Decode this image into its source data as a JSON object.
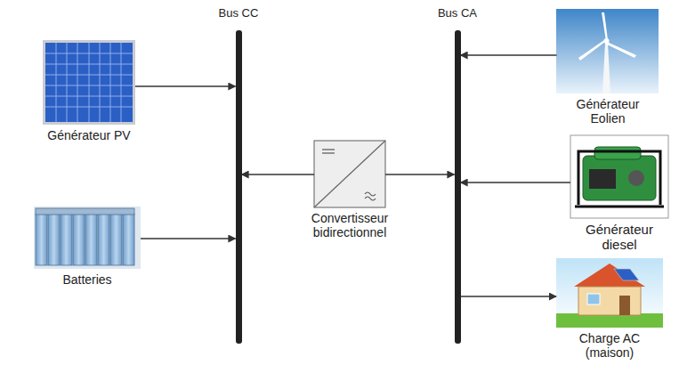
{
  "diagram": {
    "nodes": [
      {
        "text": [
          "Bus CC"
        ]
      },
      {
        "text": [
          "Bus CA"
        ]
      },
      {
        "text": [
          "Générateur PV"
        ]
      },
      {
        "text": [
          "Batteries"
        ]
      },
      {
        "text": [
          "Convertisseur bidirectionnel"
        ]
      },
      {
        "text": [
          "Générateur Eolien"
        ]
      },
      {
        "text": [
          "Générateur diesel"
        ]
      },
      {
        "text": [
          "Charge AC (maison)"
        ]
      }
    ],
    "edges": [
      {
        "from": 2,
        "to": 0,
        "arrow": "to"
      },
      {
        "from": 3,
        "to": 0,
        "arrow": "to"
      },
      {
        "from": 4,
        "to": 0,
        "arrow": "to"
      },
      {
        "from": 4,
        "to": 1,
        "arrow": "to"
      },
      {
        "from": 5,
        "to": 1,
        "arrow": "to"
      },
      {
        "from": 6,
        "to": 1,
        "arrow": "to"
      },
      {
        "from": 1,
        "to": 7,
        "arrow": "to"
      }
    ]
  }
}
